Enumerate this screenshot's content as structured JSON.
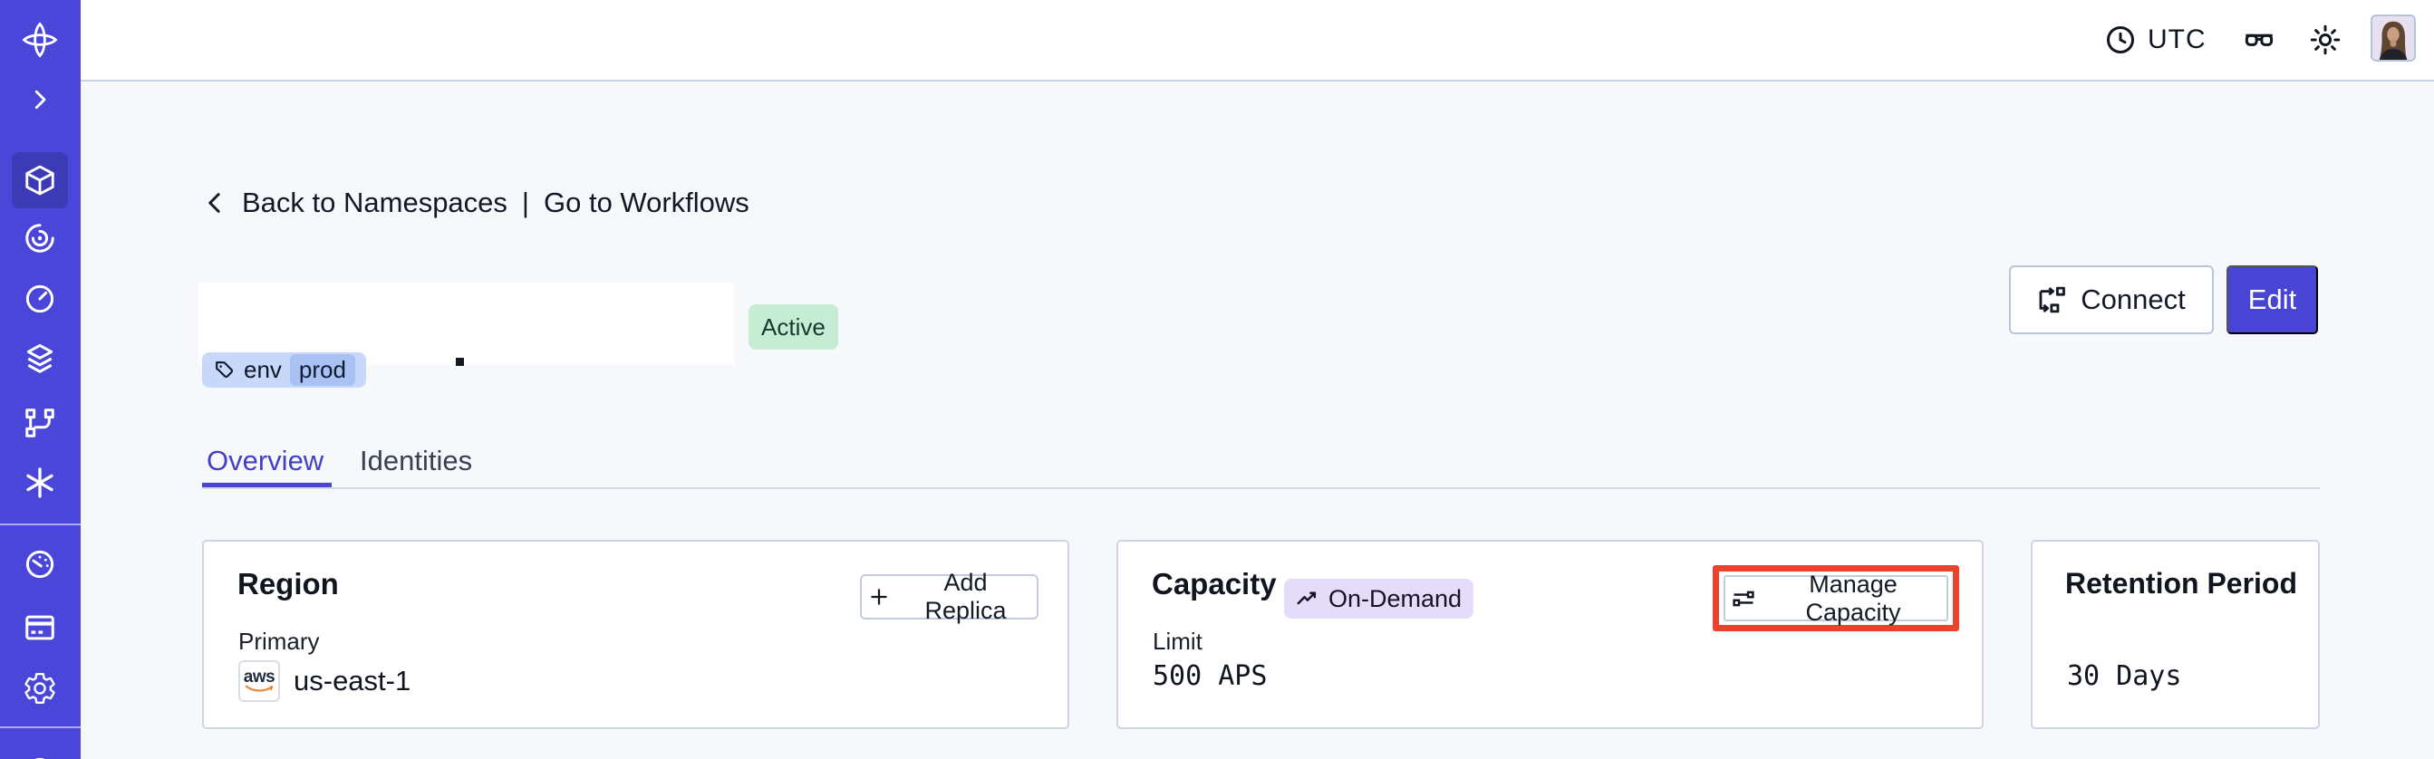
{
  "sidebar": {
    "active_item": "namespaces",
    "items": [
      "temporal-logo",
      "expand-nav",
      "namespaces",
      "workflows",
      "schedules",
      "deployments",
      "batch-operations",
      "nexus",
      "usage",
      "billing",
      "settings",
      "help"
    ]
  },
  "topbar": {
    "timezone": "UTC",
    "icons": [
      "clock-icon",
      "labs-glasses-icon",
      "theme-sun-icon",
      "user-avatar"
    ]
  },
  "breadcrumb": {
    "back_label": "Back to Namespaces",
    "separator": "|",
    "workflows_label": "Go to Workflows"
  },
  "namespace": {
    "status_badge": "Active",
    "tag": {
      "key": "env",
      "value": "prod"
    }
  },
  "actions": {
    "connect_label": "Connect",
    "edit_label": "Edit"
  },
  "tabs": [
    {
      "label": "Overview",
      "active": true
    },
    {
      "label": "Identities",
      "active": false
    }
  ],
  "cards": {
    "region": {
      "title": "Region",
      "add_replica_label": "Add Replica",
      "primary_label": "Primary",
      "provider": "aws",
      "region_value": "us-east-1"
    },
    "capacity": {
      "title": "Capacity",
      "mode_badge": "On-Demand",
      "manage_label": "Manage Capacity",
      "limit_label": "Limit",
      "limit_value": "500 APS"
    },
    "retention": {
      "title": "Retention Period",
      "value": "30 Days"
    }
  },
  "colors": {
    "sidebar": "#4946d9",
    "accent": "#4845d4",
    "status_badge_bg": "#c6edd3",
    "tag_bg": "#c7d8fb",
    "tag_chip_bg": "#a9c1f3",
    "ondemand_bg": "#e4dcf9",
    "highlight_annotation": "#e8432b"
  }
}
